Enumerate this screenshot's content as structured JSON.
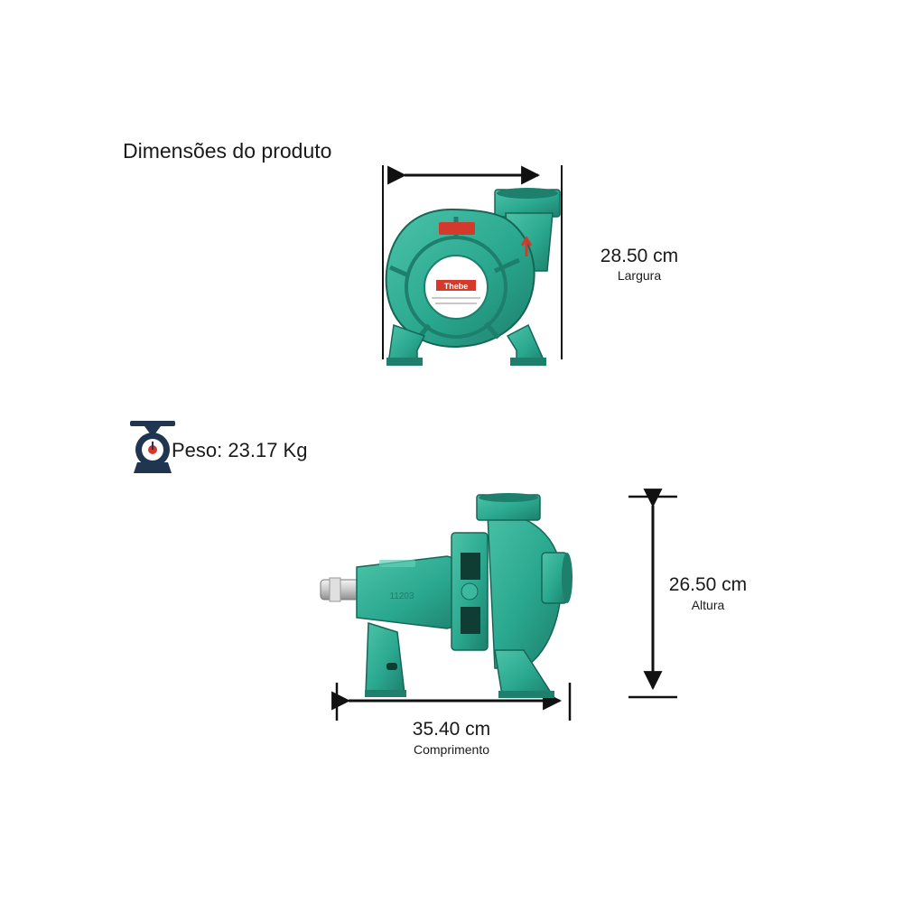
{
  "title": "Dimensões do produto",
  "dimensions": {
    "width": {
      "value": "28.50 cm",
      "caption": "Largura"
    },
    "height": {
      "value": "26.50 cm",
      "caption": "Altura"
    },
    "length": {
      "value": "35.40 cm",
      "caption": "Comprimento"
    }
  },
  "weight": {
    "label": "Peso: 23.17 Kg",
    "icon": "scale-icon"
  },
  "product": {
    "brand_badge": "Thebe",
    "colors": {
      "body": "#2aa88f",
      "body_dark": "#1d7f6c",
      "body_light": "#4cc3a8",
      "label_red": "#d33a2c",
      "icon_navy": "#1f3550"
    }
  }
}
